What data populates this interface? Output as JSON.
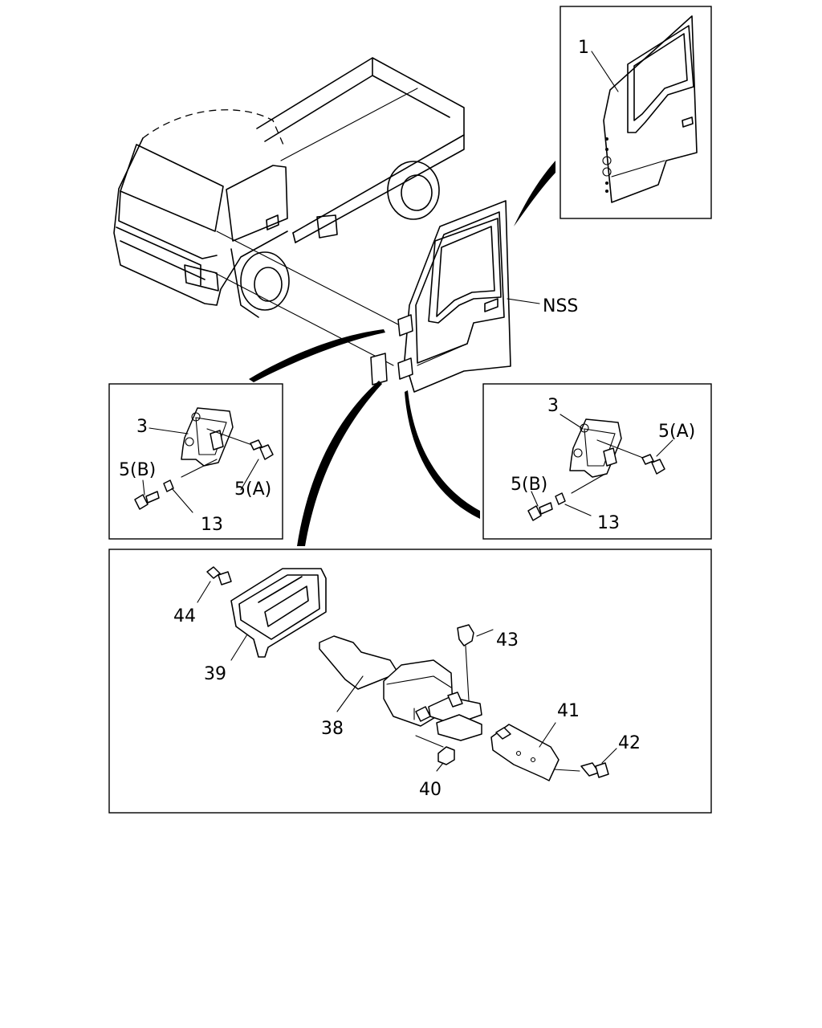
{
  "labels": {
    "door_inset": "1",
    "door_main": "NSS",
    "left_hinge_bracket": "3",
    "left_bolt_a": "5(A)",
    "left_bolt_b": "5(B)",
    "left_clip": "13",
    "right_hinge_bracket": "3",
    "right_bolt_a": "5(A)",
    "right_bolt_b": "5(B)",
    "right_clip": "13",
    "check_link": "38",
    "cover": "39",
    "nut": "40",
    "bracket": "41",
    "bolt": "42",
    "pin": "43",
    "stud": "44"
  }
}
